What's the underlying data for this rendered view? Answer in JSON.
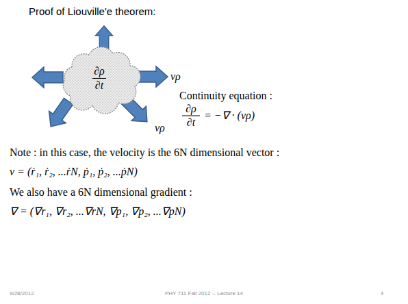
{
  "diagram": {
    "title": "Proof of Liouville'e theorem:",
    "nodes": [
      {
        "text": [
          "∂ρ",
          "∂t"
        ]
      }
    ],
    "labels": [
      "vρ",
      "Continuity equation :",
      "∂ρ",
      "∂t",
      "= −∇ · (vρ)",
      "vρ",
      "Note : in this case, the velocity is the 6N dimensional vector :",
      "v = (ṙ₁, ṙ₂, ...ṙN, ṗ₁, ṗ₂, ...ṗN)",
      "We also have a 6N dimensional gradient :",
      "∇ = (∇r₁, ∇r₂, ...∇rN, ∇p₁, ∇p₂, ...∇pN)",
      "9/28/2012",
      "PHY 711 Fall 2012 -- Lecture 14",
      "4"
    ]
  }
}
